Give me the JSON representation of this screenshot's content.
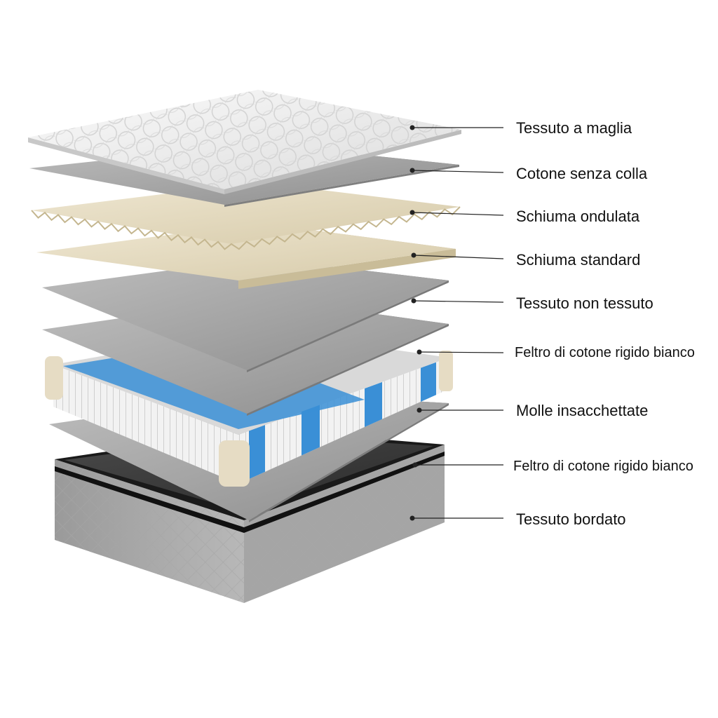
{
  "layers": [
    {
      "label": "Tessuto a maglia"
    },
    {
      "label": "Cotone senza colla"
    },
    {
      "label": "Schiuma ondulata"
    },
    {
      "label": "Schiuma standard"
    },
    {
      "label": "Tessuto non tessuto"
    },
    {
      "label": "Feltro di cotone rigido bianco"
    },
    {
      "label": "Molle insacchettate"
    },
    {
      "label": "Feltro di cotone rigido bianco"
    },
    {
      "label": "Tessuto bordato"
    }
  ],
  "colors": {
    "knit_fabric": "#f2f2f2",
    "grey_sheet": "#a9a9a9",
    "foam": "#e6dcc4",
    "spring_blue": "#3a8fd6",
    "spring_white": "#f0f0f0",
    "base_fabric": "#8f8f8f",
    "base_rim": "#1a1a1a",
    "leader_line": "#222222"
  }
}
